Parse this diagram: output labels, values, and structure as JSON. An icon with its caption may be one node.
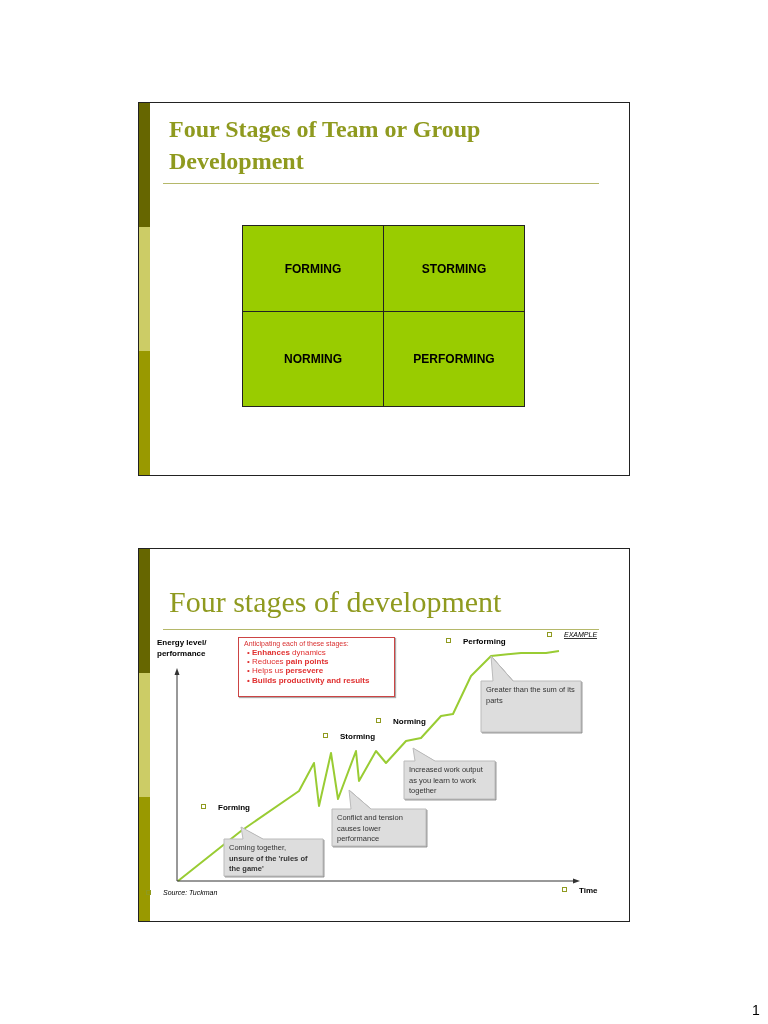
{
  "diagram": {
    "nodes": [
      {
        "text": [
          "Four Stages of Team or Group Development"
        ]
      },
      {
        "text": [
          "FORMING"
        ],
        "in": 0
      },
      {
        "text": [
          "STORMING"
        ],
        "in": 0
      },
      {
        "text": [
          "NORMING"
        ],
        "in": 0
      },
      {
        "text": [
          "PERFORMING"
        ],
        "in": 0
      },
      {
        "text": [
          "Four stages of development"
        ]
      },
      {
        "text": [
          "Anticipating each of these stages:",
          "• **Enhances** dynamics",
          "• Reduces **pain points**",
          "• Helps us **persevere**",
          "• Builds productivity and results"
        ],
        "in": 5
      },
      {
        "text": [
          "Greater than the sum of its parts"
        ],
        "in": 5
      },
      {
        "text": [
          "Increased work output as you learn to work together"
        ],
        "in": 5
      },
      {
        "text": [
          "Conflict and tension causes lower performance"
        ],
        "in": 5
      },
      {
        "text": [
          "Coming together,",
          "unsure of the 'rules of the game'"
        ],
        "in": 5
      }
    ],
    "labels": [
      "EXAMPLE",
      "Energy level/ performance",
      "Performing",
      "Norming",
      "Storming",
      "Forming",
      "Time",
      "Source: Tuckman",
      "1"
    ]
  }
}
